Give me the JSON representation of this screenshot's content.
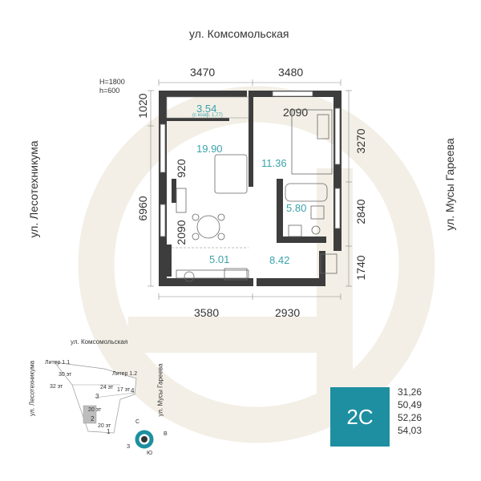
{
  "streets": {
    "top": "ул. Комсомольская",
    "left": "ул. Лесотехникума",
    "right": "ул. Мусы Гареева"
  },
  "window_note": {
    "line1": "H=1800",
    "line2": "h=600"
  },
  "dimensions": {
    "top_left": "3470",
    "top_right": "3480",
    "bottom_left": "3580",
    "bottom_right": "2930",
    "left_top": "1020",
    "left_middle": "6960",
    "right_top": "3270",
    "right_middle": "2840",
    "right_bottom": "1740",
    "inner_920": "920",
    "inner_2090_v": "2090",
    "inner_2090_h": "2090"
  },
  "rooms": {
    "balcony": {
      "area": "3.54",
      "note": "(с коэф. 1,77)"
    },
    "living": {
      "area": "19.90"
    },
    "bedroom": {
      "area": "11.36"
    },
    "bath": {
      "area": "5.80"
    },
    "kitchen": {
      "area": "5.01"
    },
    "hall": {
      "area": "8.42"
    }
  },
  "site_plan": {
    "street_top": "ул. Комсомольская",
    "street_left": "ул. Лесотехникума",
    "street_right": "ул. Мусы Гареева",
    "liter1": "Литер 1.1",
    "liter2": "Литер 1.2",
    "floors_30": "30 эт",
    "floors_32": "32 эт",
    "floors_24": "24 эт",
    "floors_17": "17 эт",
    "floors_20a": "20 эт",
    "floors_20b": "20 эт",
    "num_1": "1",
    "num_2": "2",
    "num_3": "3",
    "num_4": "4",
    "compass_n": "С",
    "compass_e": "В",
    "compass_s": "Ю",
    "compass_w": "З"
  },
  "badge": {
    "label": "2С"
  },
  "areas": [
    "31,26",
    "50,49",
    "52,26",
    "54,03"
  ],
  "colors": {
    "accent": "#1e8fa0",
    "teal_text": "#3aa3a9",
    "wall": "#3a3a3a",
    "watermark": "#f1ede4"
  }
}
